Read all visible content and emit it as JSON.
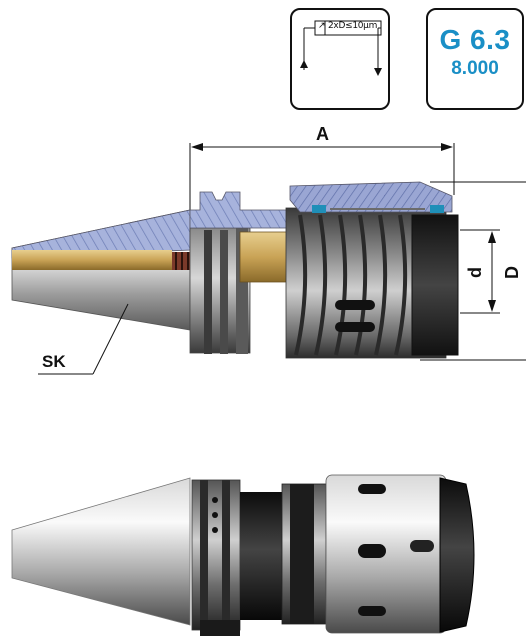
{
  "tolerance": {
    "symbol": "↗",
    "text": "2xD≤10µm",
    "icon": "runout-tolerance-icon"
  },
  "balance": {
    "grade": "G 6.3",
    "speed": "8.000"
  },
  "dimensions": {
    "A": "A",
    "d": "d",
    "D": "D",
    "SK": "SK"
  },
  "colors": {
    "accent": "#1a8fc6",
    "hatch": "#7f8fc0",
    "brass": "#c9a356"
  }
}
